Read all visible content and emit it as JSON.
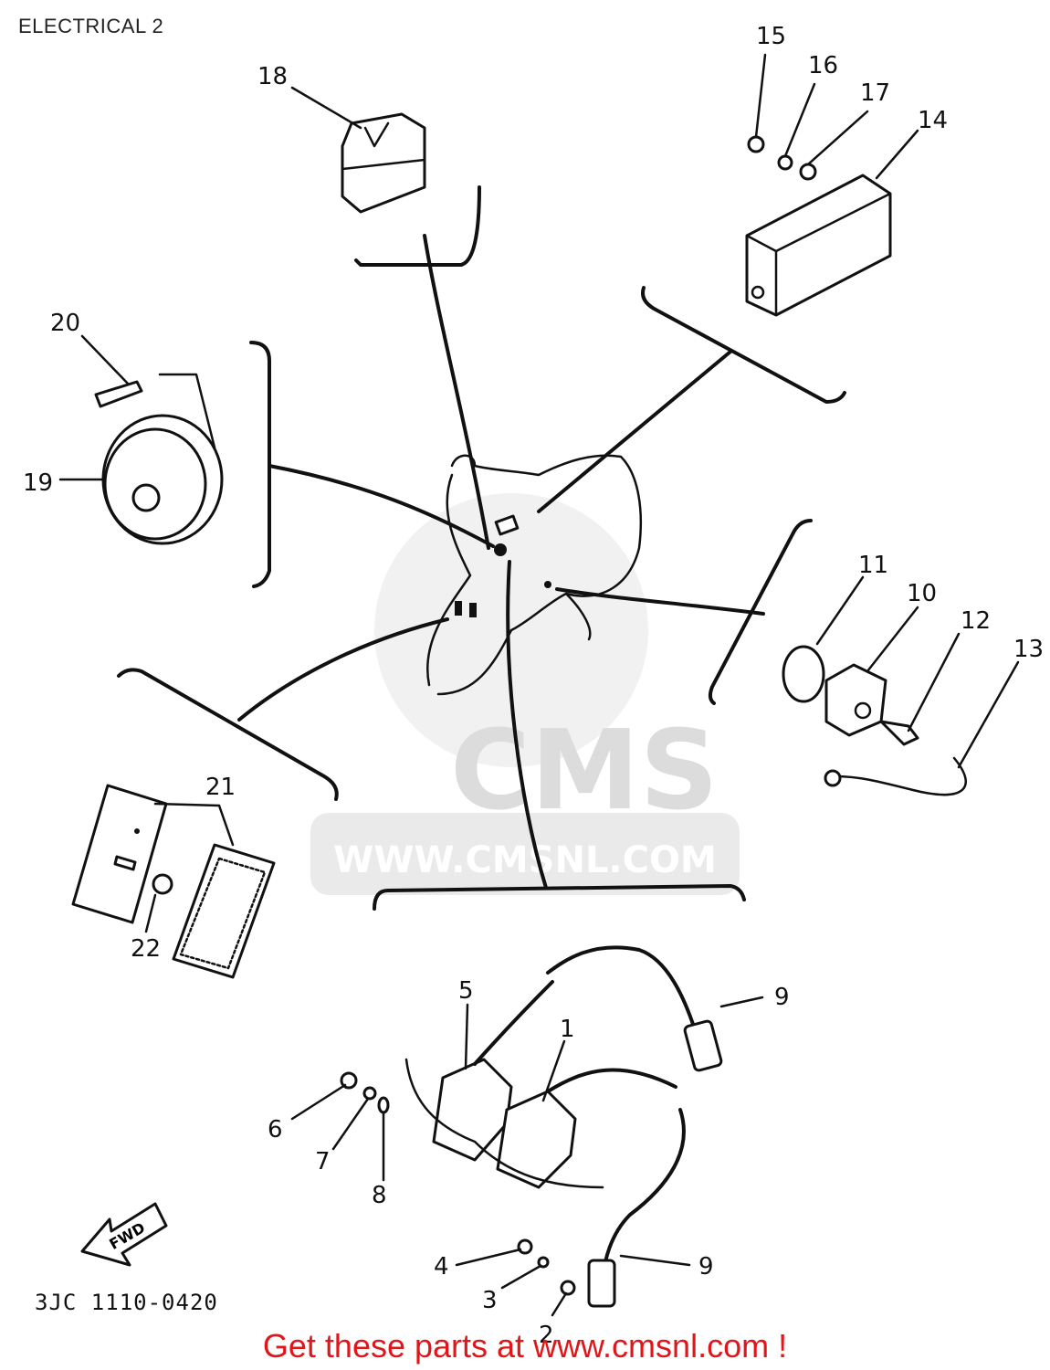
{
  "title": "ELECTRICAL 2",
  "diagram_code": "3JC 1110-0420",
  "fwd_label": "FWD",
  "watermark": {
    "brand": "CMS",
    "url": "WWW.CMSNL.COM"
  },
  "footer_text": "Get these parts at www.cmsnl.com !",
  "footer_color": "#e1161b",
  "callouts": {
    "c1": "1",
    "c2": "2",
    "c3": "3",
    "c4": "4",
    "c5": "5",
    "c6": "6",
    "c7": "7",
    "c8": "8",
    "c9a": "9",
    "c9b": "9",
    "c10": "10",
    "c11": "11",
    "c12": "12",
    "c13": "13",
    "c14": "14",
    "c15": "15",
    "c16": "16",
    "c17": "17",
    "c18": "18",
    "c19": "19",
    "c20": "20",
    "c21": "21",
    "c22": "22"
  }
}
